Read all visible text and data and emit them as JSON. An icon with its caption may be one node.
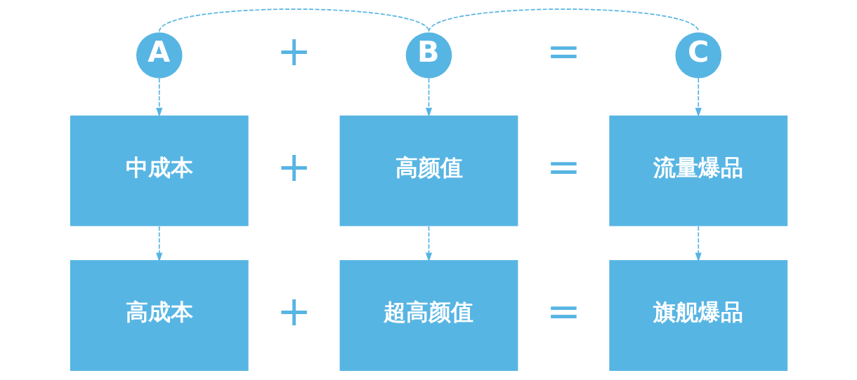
{
  "diagram": {
    "nodes": [
      {
        "text": [
          "A"
        ]
      },
      {
        "text": [
          "B"
        ]
      },
      {
        "text": [
          "C"
        ]
      },
      {
        "text": [
          "中成本"
        ]
      },
      {
        "text": [
          "高颜值"
        ]
      },
      {
        "text": [
          "流量爆品"
        ]
      },
      {
        "text": [
          "高成本"
        ]
      },
      {
        "text": [
          "超高颜值"
        ]
      },
      {
        "text": [
          "旗舰爆品"
        ]
      }
    ],
    "edges": [
      {
        "from": 0,
        "to": 1,
        "arrow": "none",
        "style": "dashed"
      },
      {
        "from": 1,
        "to": 2,
        "arrow": "none",
        "style": "dashed"
      },
      {
        "from": 0,
        "to": 3,
        "arrow": "to",
        "style": "dashed"
      },
      {
        "from": 1,
        "to": 4,
        "arrow": "to",
        "style": "dashed"
      },
      {
        "from": 2,
        "to": 5,
        "arrow": "to",
        "style": "dashed"
      },
      {
        "from": 3,
        "to": 6,
        "arrow": "to",
        "style": "dashed"
      },
      {
        "from": 4,
        "to": 7,
        "arrow": "to",
        "style": "dashed"
      },
      {
        "from": 5,
        "to": 8,
        "arrow": "to",
        "style": "dashed"
      }
    ],
    "labels": [
      "+",
      "=",
      "+",
      "=",
      "+",
      "="
    ]
  }
}
